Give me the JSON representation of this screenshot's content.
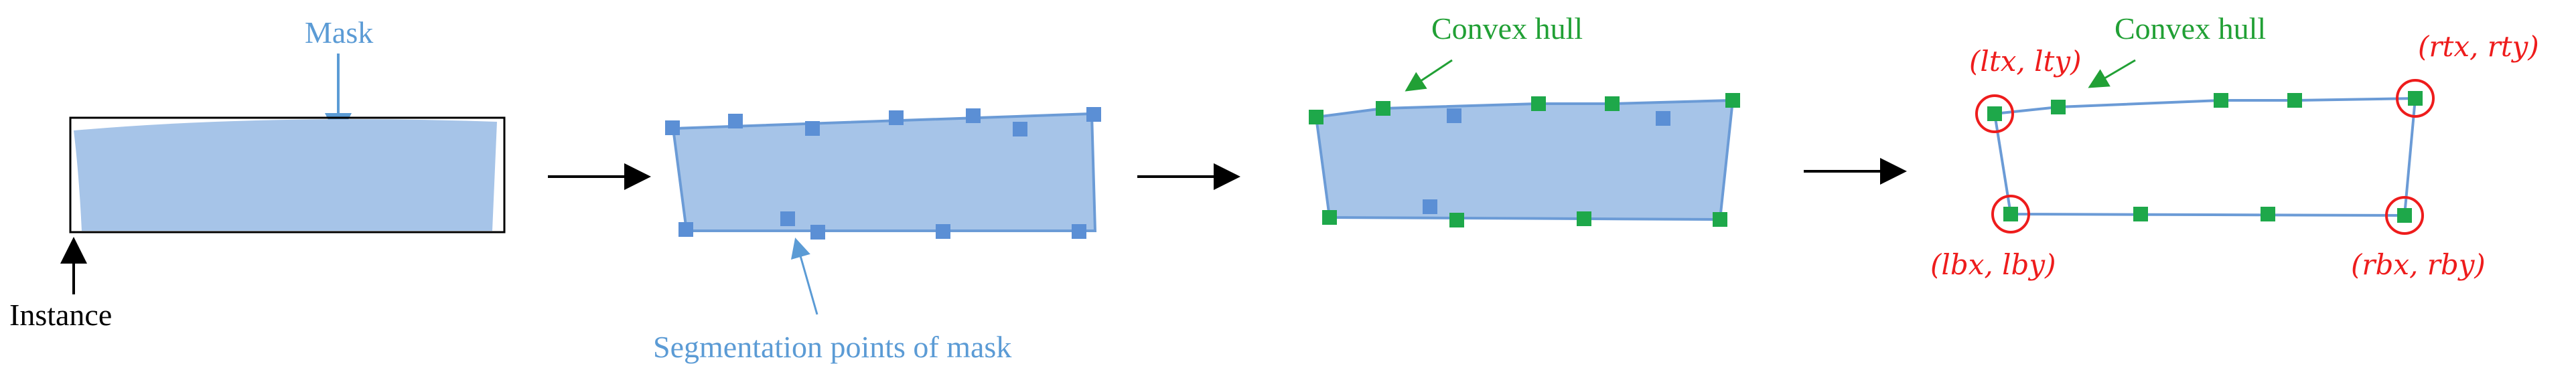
{
  "labels": {
    "mask": "Mask",
    "instance": "Instance",
    "segmentation_points": "Segmentation points of mask",
    "convex_hull_1": "Convex hull",
    "convex_hull_2": "Convex hull",
    "left_top": "(ltx, lty)",
    "right_top": "(rtx, rty)",
    "left_bottom": "(lbx, lby)",
    "right_bottom": "(rbx, rby)"
  },
  "colors": {
    "mask_fill": "#a6c4e8",
    "mask_stroke": "#6b9bd6",
    "blue_point": "#5b8fd5",
    "green_point": "#1ea84a",
    "blue_text": "#5b9bd5",
    "green_text": "#21a035",
    "red": "#ee1c1c",
    "arrow": "#000000"
  }
}
